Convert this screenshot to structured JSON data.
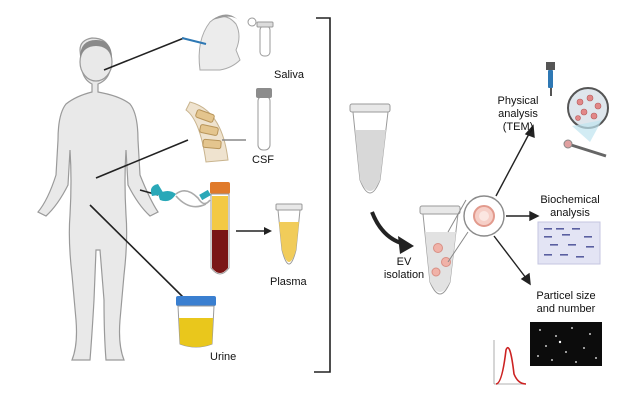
{
  "samples": {
    "saliva": "Saliva",
    "csf": "CSF",
    "plasma": "Plasma",
    "urine": "Urine"
  },
  "process": {
    "ev_line1": "EV",
    "ev_line2": "isolation"
  },
  "analyses": {
    "physical": [
      "Physical",
      "analysis",
      "(TEM)"
    ],
    "biochemical": [
      "Biochemical",
      "analysis"
    ],
    "particle": [
      "Particel size",
      "and number"
    ]
  },
  "colors": {
    "skin": "#e9e9e9",
    "outline": "#9a9a9a",
    "line": "#222222",
    "urine": "#e9c71c",
    "cup_lid": "#3a7fd0",
    "tube_cap_orange": "#e07a2a",
    "blood": "#7a1616",
    "plasma": "#f1cc5a",
    "clip_teal": "#29a8b8",
    "vesicle": "#f0b2a8"
  }
}
